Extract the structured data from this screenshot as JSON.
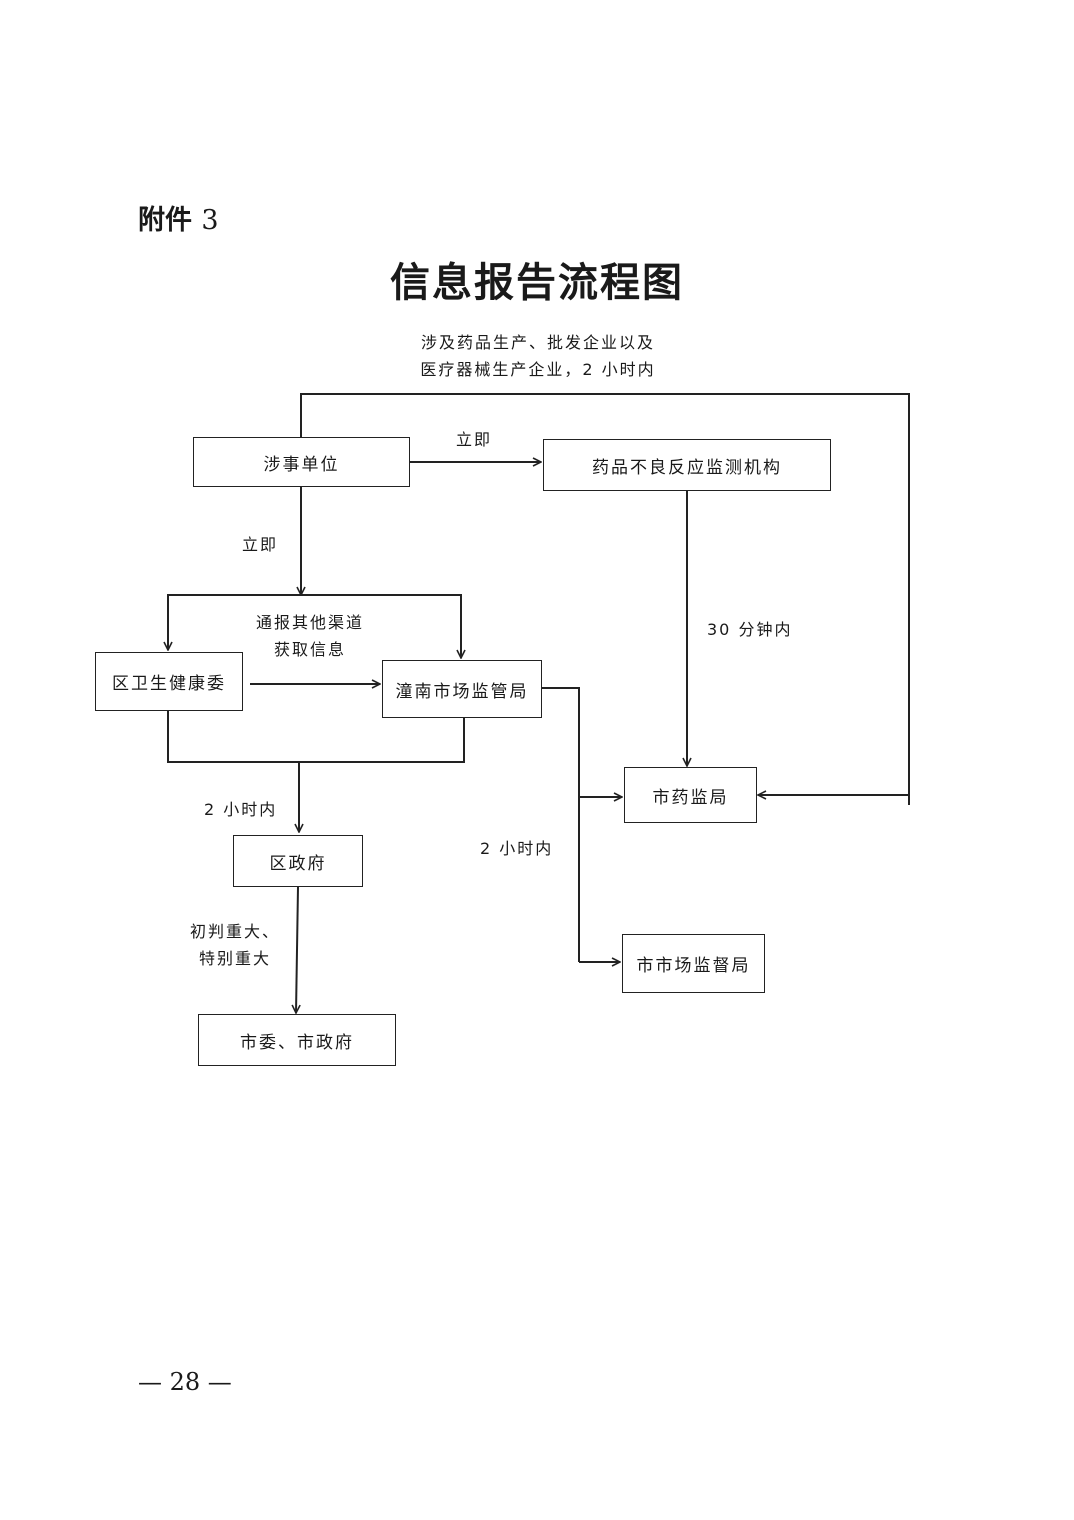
{
  "header": {
    "attachment_label": "附件",
    "attachment_number": "3"
  },
  "title": "信息报告流程图",
  "nodes": {
    "reporting_unit": "涉事单位",
    "adr_monitor": "药品不良反应监测机构",
    "district_health": "区卫生健康委",
    "tongnan_market": "潼南市场监管局",
    "city_drug": "市药监局",
    "district_gov": "区政府",
    "city_market": "市市场监督局",
    "city_committee": "市委、市政府"
  },
  "edge_labels": {
    "top_route_line1": "涉及药品生产、批发企业以及",
    "top_route_line2": "医疗器械生产企业，2 小时内",
    "immediately_right": "立即",
    "immediately_down": "立即",
    "other_channels_line1": "通报其他渠道",
    "other_channels_line2": "获取信息",
    "thirty_minutes": "30 分钟内",
    "two_hours_left": "2 小时内",
    "two_hours_right": "2 小时内",
    "major_line1": "初判重大、",
    "major_line2": "特别重大"
  },
  "footer": {
    "page_number": "— 28 —"
  }
}
